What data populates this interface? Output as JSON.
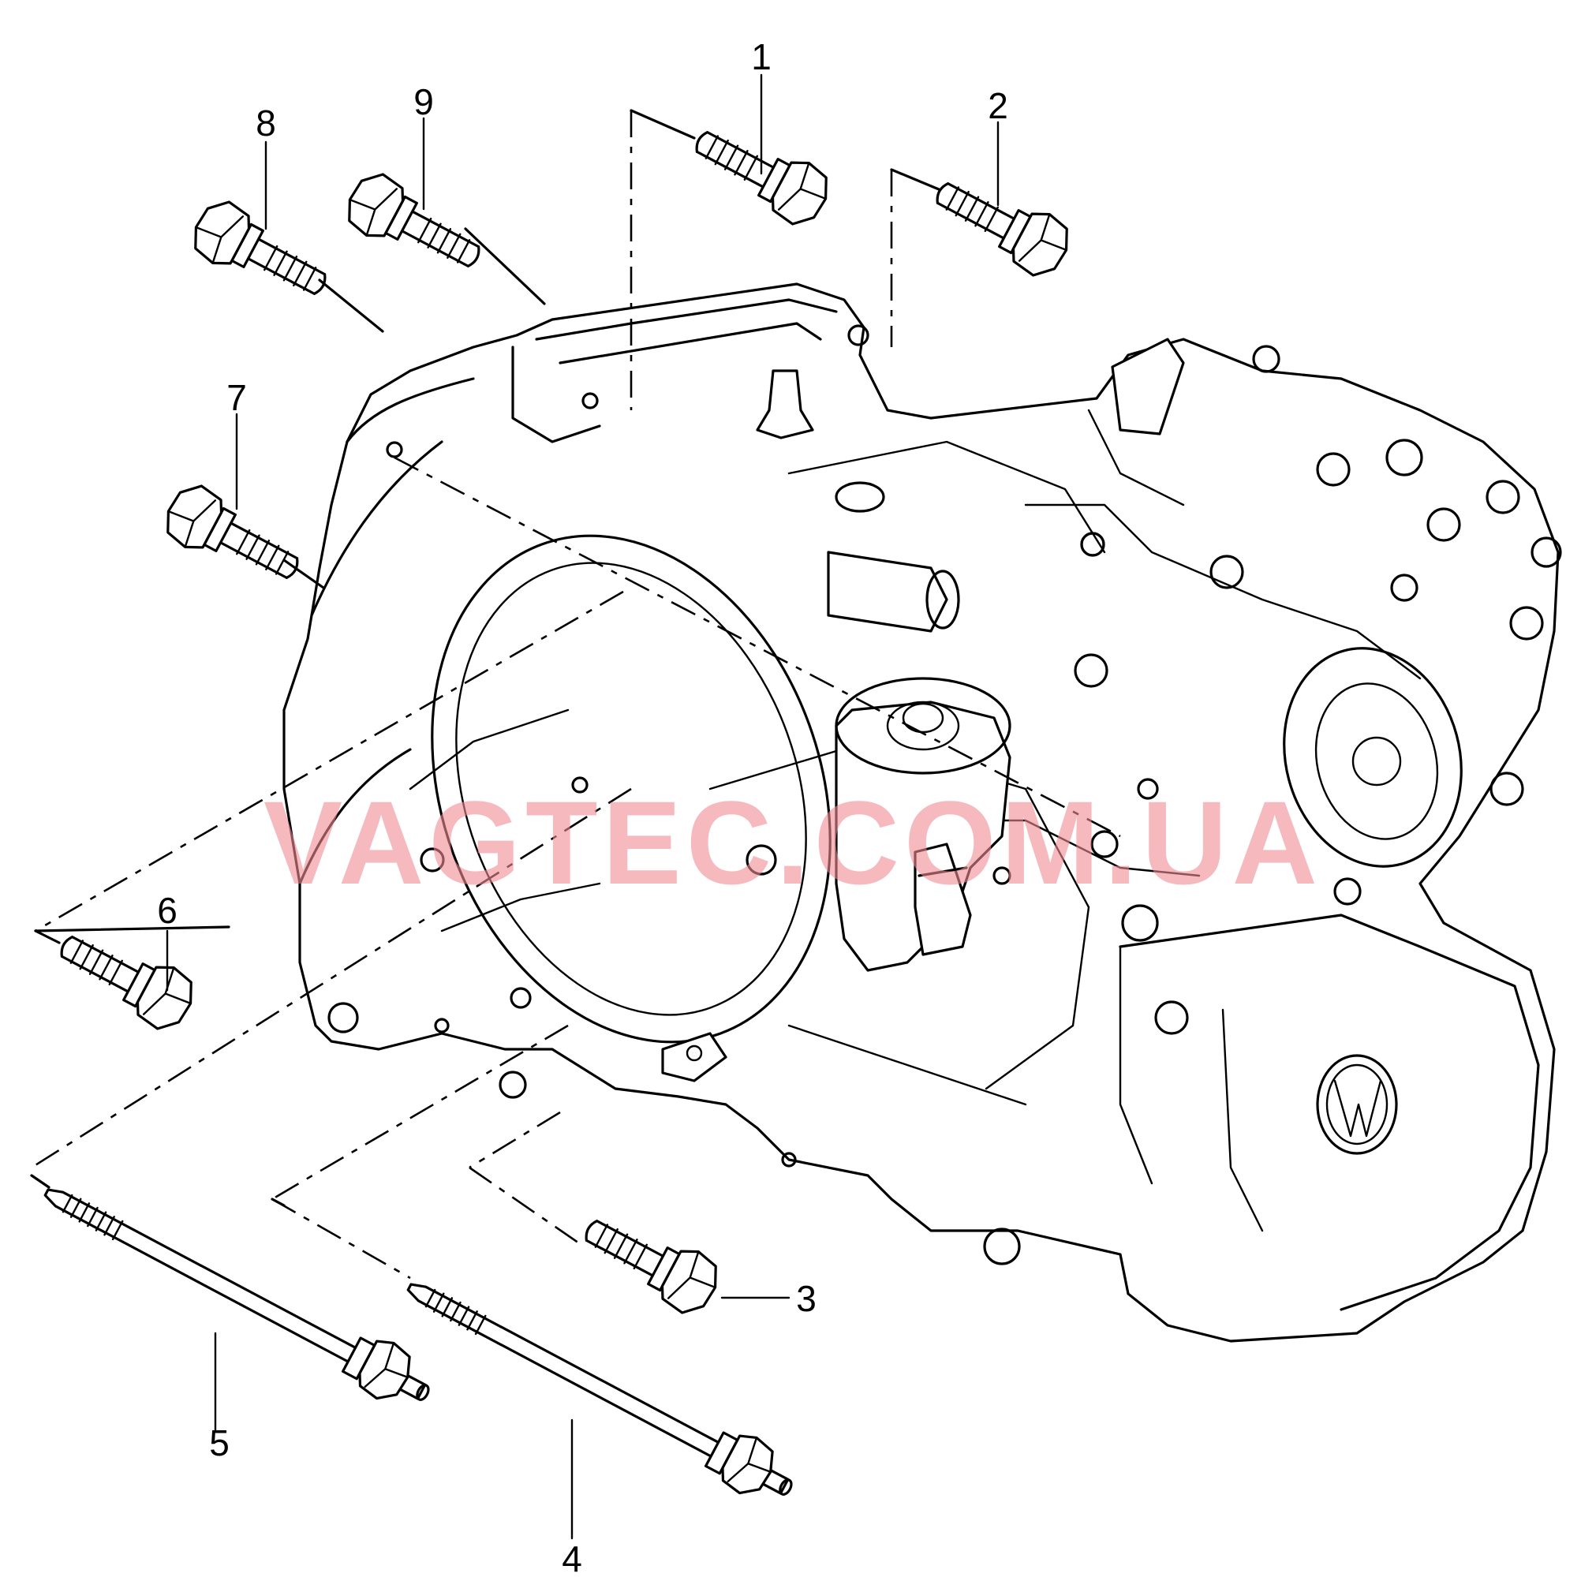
{
  "callouts": [
    {
      "id": "1",
      "label": "1"
    },
    {
      "id": "2",
      "label": "2"
    },
    {
      "id": "3",
      "label": "3"
    },
    {
      "id": "4",
      "label": "4"
    },
    {
      "id": "5",
      "label": "5"
    },
    {
      "id": "6",
      "label": "6"
    },
    {
      "id": "7",
      "label": "7"
    },
    {
      "id": "8",
      "label": "8"
    },
    {
      "id": "9",
      "label": "9"
    }
  ],
  "watermark": {
    "text": "VAGTEC.COM.UA",
    "color": "#f08a92"
  },
  "colors": {
    "line": "#000000",
    "background": "#ffffff"
  }
}
